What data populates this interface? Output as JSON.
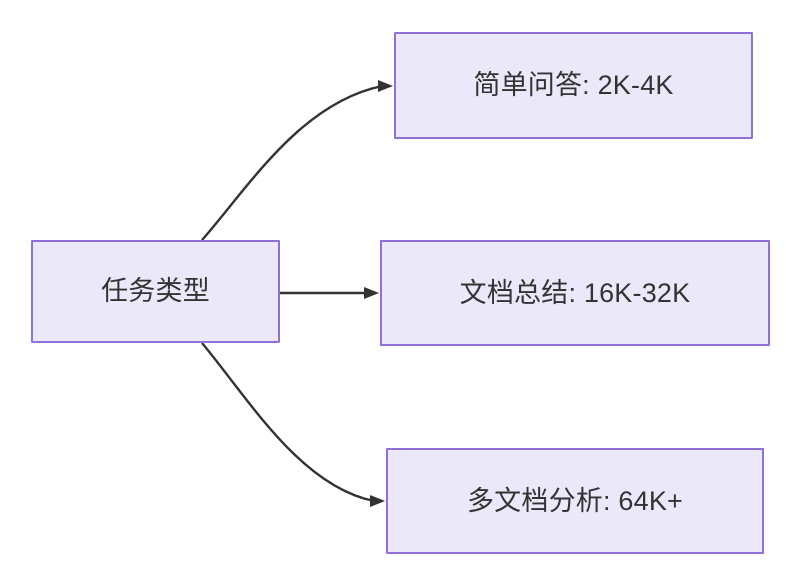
{
  "diagram": {
    "type": "flowchart",
    "direction": "left-to-right",
    "background_color": "#ffffff",
    "node_fill_color": "#ebe8fa",
    "node_border_color": "#9070d8",
    "node_text_color": "#333333",
    "edge_color": "#333333",
    "nodes": [
      {
        "id": "source",
        "label": "任务类型"
      },
      {
        "id": "simple_qa",
        "label": "简单问答: 2K-4K"
      },
      {
        "id": "doc_summary",
        "label": "文档总结: 16K-32K"
      },
      {
        "id": "multi_doc",
        "label": "多文档分析: 64K+"
      }
    ],
    "edges": [
      {
        "from": "source",
        "to": "simple_qa",
        "label": "",
        "style": "curved-arrow"
      },
      {
        "from": "source",
        "to": "doc_summary",
        "label": "",
        "style": "straight-arrow"
      },
      {
        "from": "source",
        "to": "multi_doc",
        "label": "",
        "style": "curved-arrow"
      }
    ]
  }
}
